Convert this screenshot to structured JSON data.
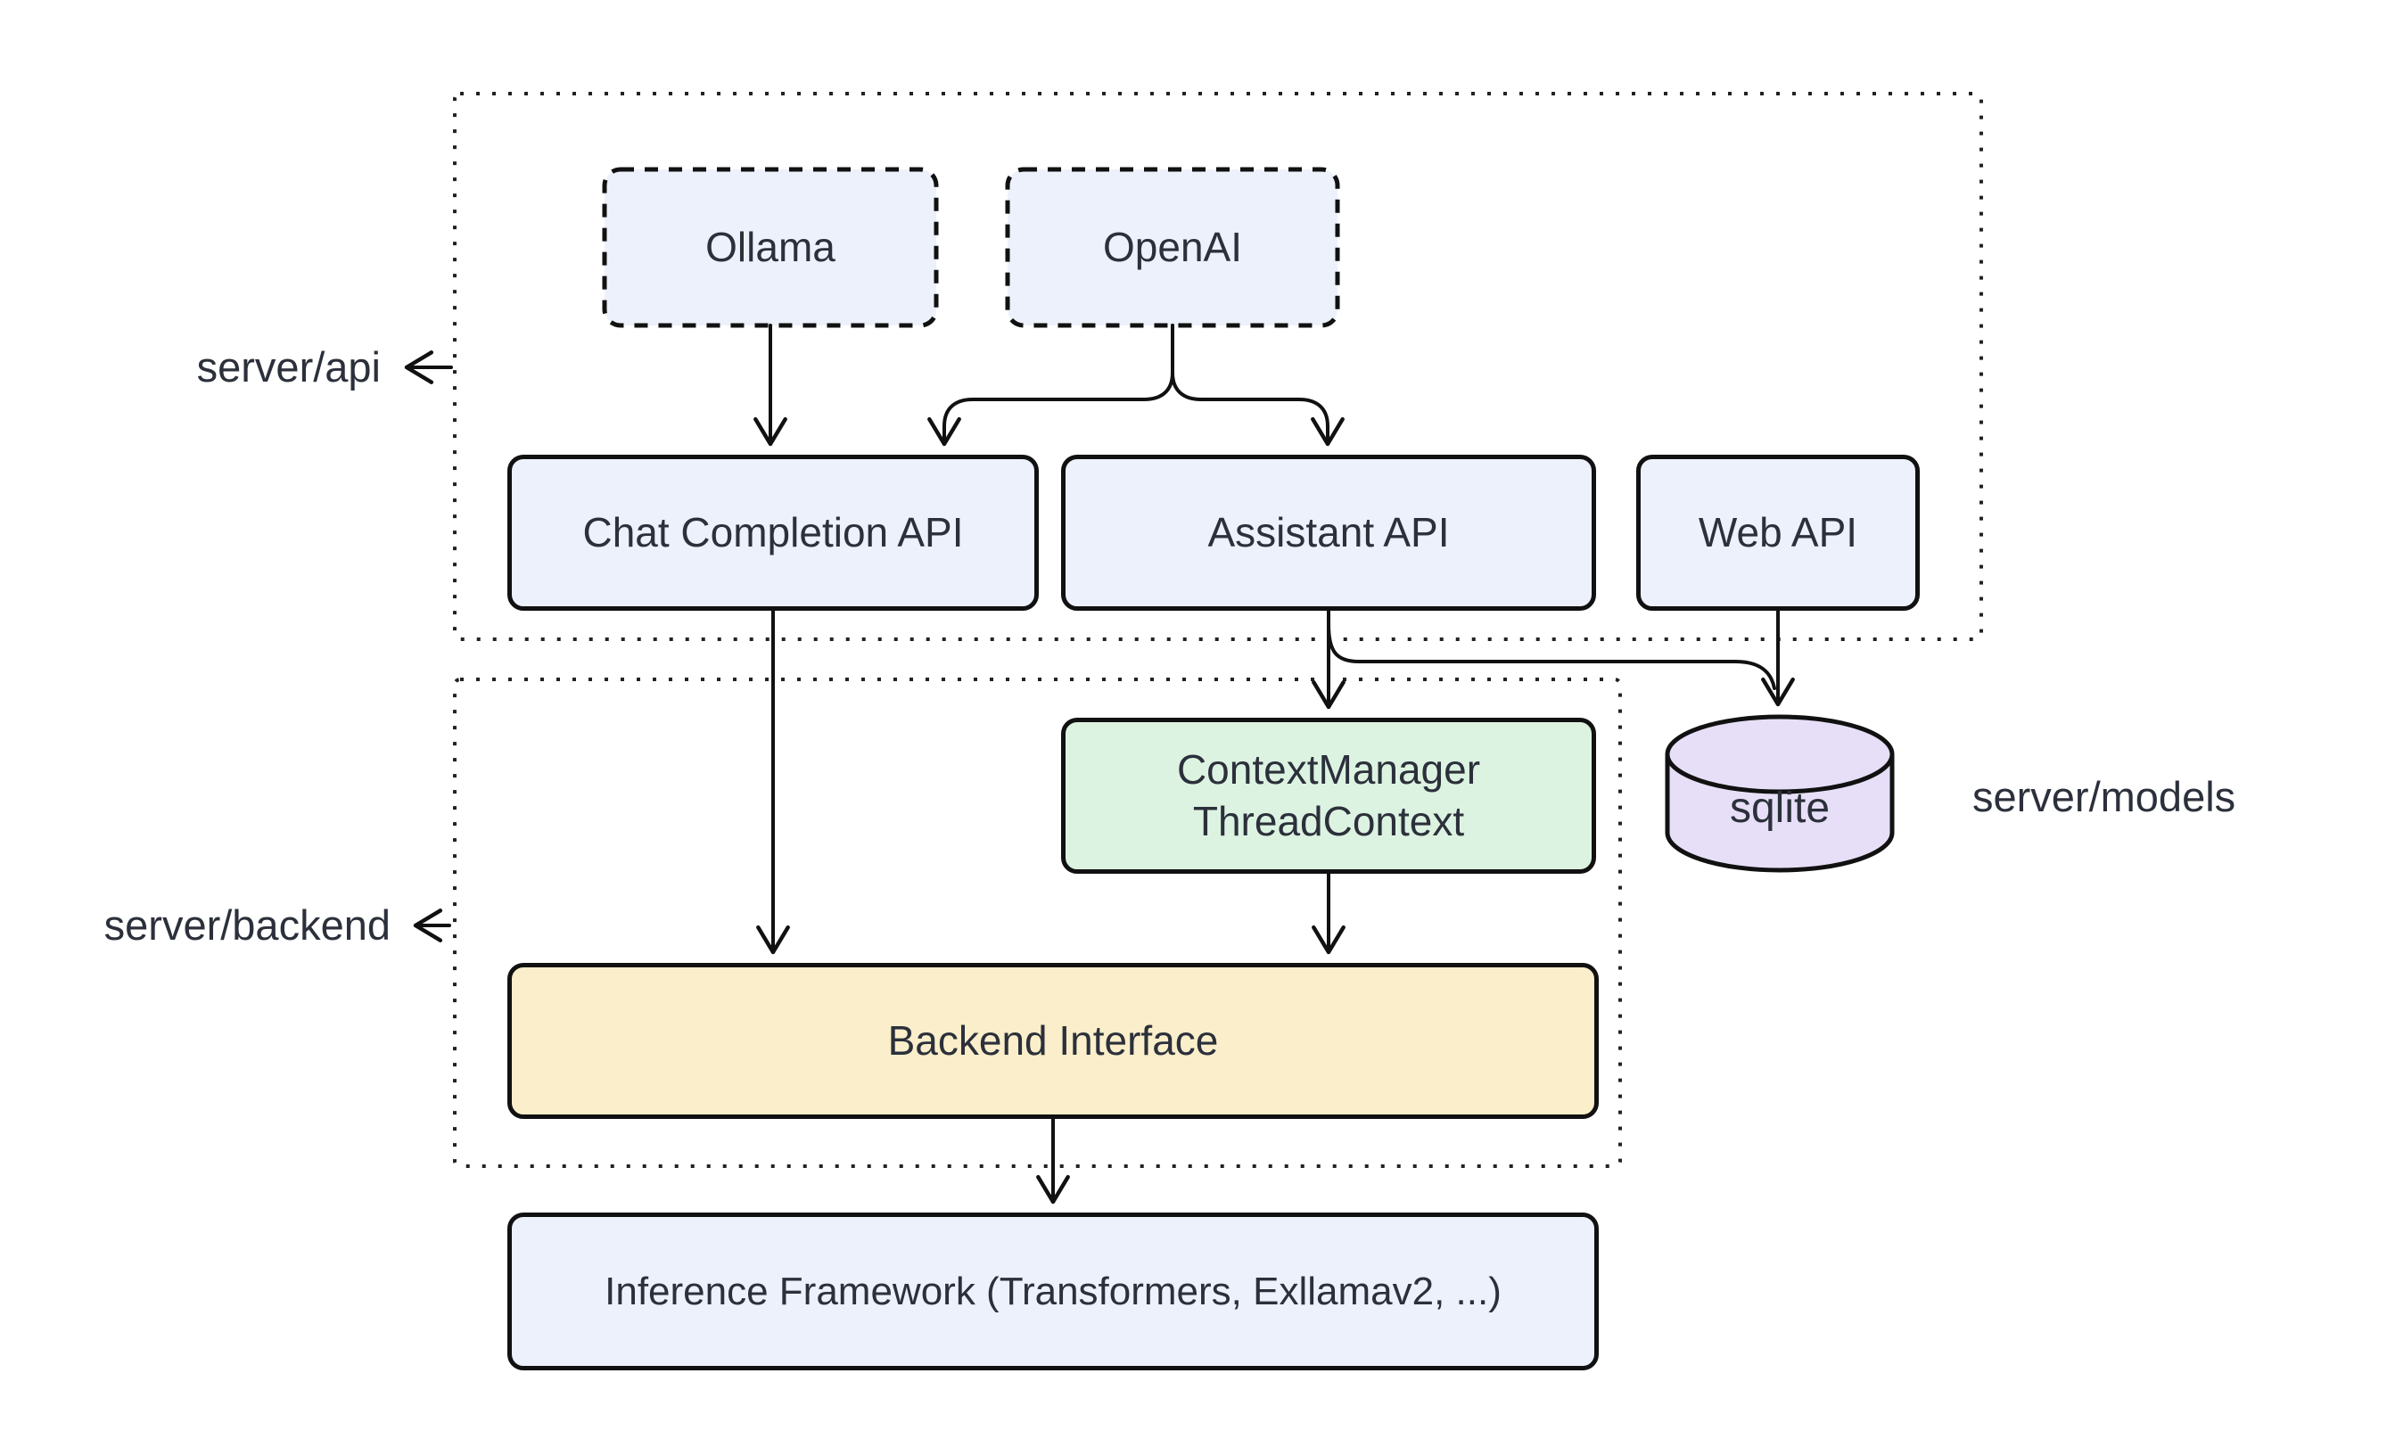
{
  "diagram": {
    "regions": {
      "api": {
        "label": "server/api"
      },
      "backend": {
        "label": "server/backend"
      },
      "models": {
        "label": "server/models"
      }
    },
    "nodes": {
      "ollama": {
        "label": "Ollama"
      },
      "openai": {
        "label": "OpenAI"
      },
      "chat_completion_api": {
        "label": "Chat Completion API"
      },
      "assistant_api": {
        "label": "Assistant API"
      },
      "web_api": {
        "label": "Web API"
      },
      "context_manager": {
        "line1": "ContextManager",
        "line2": "ThreadContext"
      },
      "sqlite": {
        "label": "sqlite"
      },
      "backend_interface": {
        "label": "Backend Interface"
      },
      "inference_framework": {
        "label": "Inference Framework (Transformers, Exllamav2, ...)"
      }
    },
    "edges": [
      {
        "from": "Ollama",
        "to": "Chat Completion API"
      },
      {
        "from": "OpenAI",
        "to": "Chat Completion API"
      },
      {
        "from": "OpenAI",
        "to": "Assistant API"
      },
      {
        "from": "Chat Completion API",
        "to": "Backend Interface"
      },
      {
        "from": "Assistant API",
        "to": "ContextManager ThreadContext"
      },
      {
        "from": "Assistant API",
        "to": "sqlite"
      },
      {
        "from": "Web API",
        "to": "sqlite"
      },
      {
        "from": "ContextManager ThreadContext",
        "to": "Backend Interface"
      },
      {
        "from": "Backend Interface",
        "to": "Inference Framework (Transformers, Exllamav2, ...)"
      }
    ],
    "colors": {
      "node_fill_blue": "#ecf1fb",
      "node_fill_green": "#ddf3e1",
      "node_fill_purple": "#e7dff7",
      "node_fill_yellow": "#fbeeca",
      "stroke": "#111111",
      "text": "#2b303b",
      "background": "#ffffff"
    }
  }
}
